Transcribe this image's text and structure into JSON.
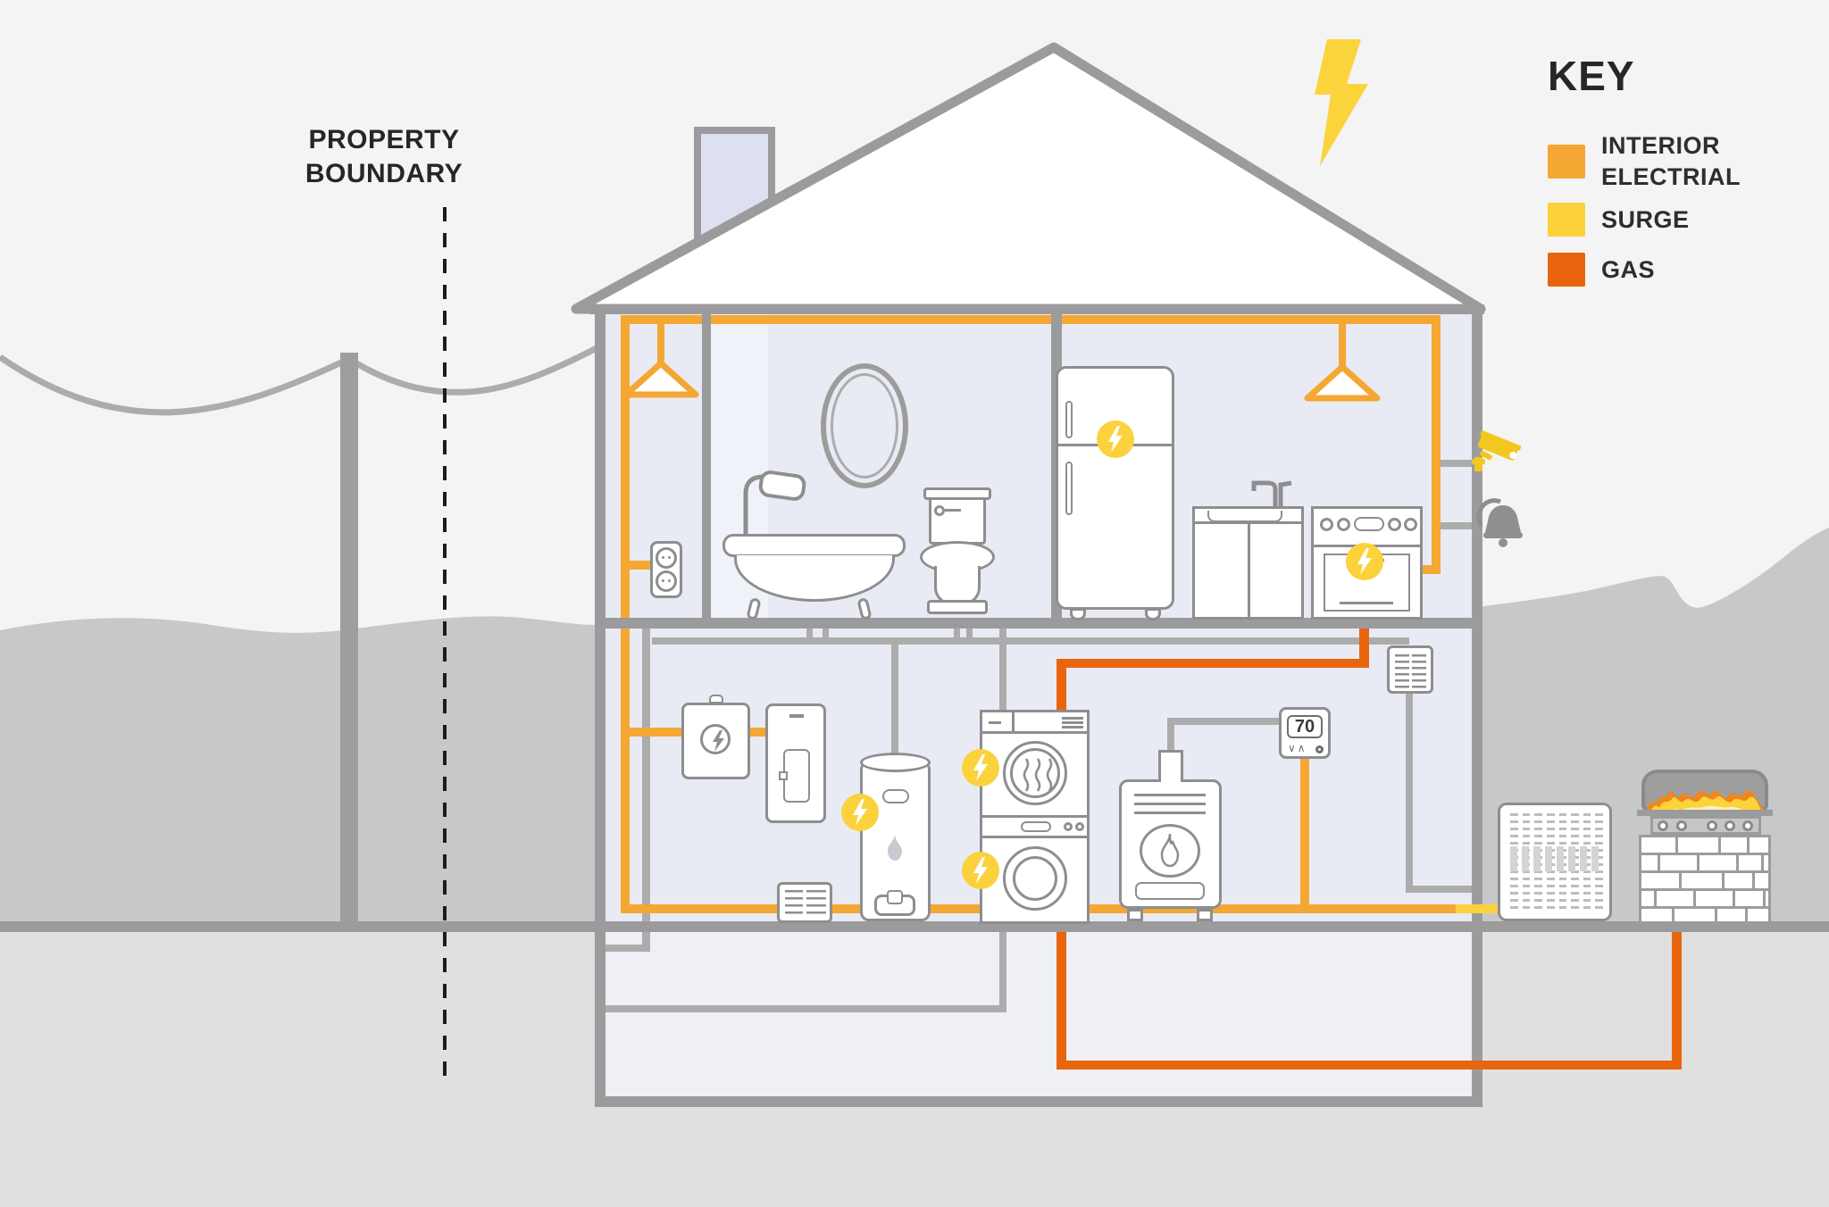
{
  "labels": {
    "property_boundary": {
      "line1": "PROPERTY",
      "line2": "BOUNDARY"
    }
  },
  "legend": {
    "title": "KEY",
    "items": [
      {
        "id": "interior-electrical",
        "label": "INTERIOR ELECTRIAL",
        "color": "#F5A733"
      },
      {
        "id": "surge",
        "label": "SURGE",
        "color": "#FBD23C"
      },
      {
        "id": "gas",
        "label": "GAS",
        "color": "#E8650D"
      }
    ]
  },
  "thermostat": {
    "value": "70"
  },
  "colors": {
    "interior_electrical": "#F5A733",
    "surge": "#FBD23C",
    "gas": "#E8650D",
    "wall_gray": "#9B9B9D",
    "pipe_gray": "#ACACAC",
    "room_fill": "#E9EBF4",
    "hill_gray": "#C7C9C9",
    "sky": "#F4F4F4",
    "underground": "#E0E0E0"
  },
  "icons": {
    "lightning_bolt": "surge strike symbol",
    "surge_badge": "yellow circle with lightning bolt",
    "security_camera": "yellow cctv camera",
    "doorbell": "gray bell",
    "flame": "gas flame symbol",
    "pendant_light": "triangle pendant lamp",
    "outlet": "double wall socket"
  }
}
